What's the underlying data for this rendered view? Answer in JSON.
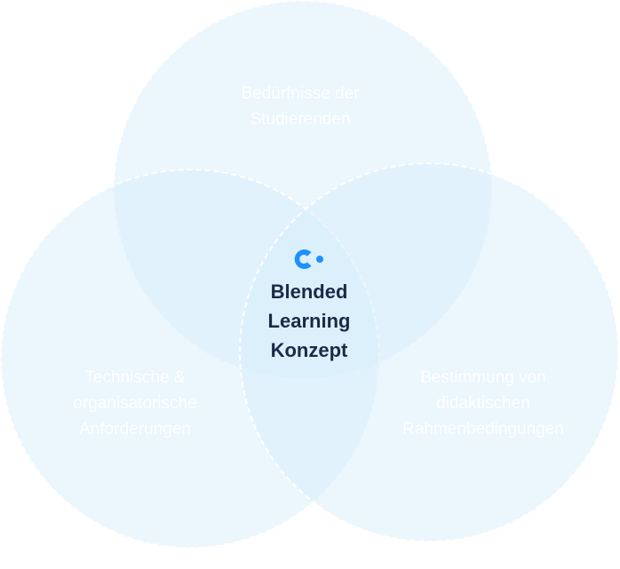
{
  "diagram": {
    "circles": [
      {
        "id": "top",
        "label": "Bedürfnisse der\nStudierenden"
      },
      {
        "id": "left",
        "label": "Technische &\norganisatorische\nAnforderungen"
      },
      {
        "id": "right",
        "label": "Bestimmung von\ndidaktischen\nRahmenbedingungen"
      }
    ],
    "center": {
      "logo_icon": "brand-logo-icon",
      "title": "Blended\nLearning\nKonzept"
    },
    "colors": {
      "circle_fill": "#d8eefb",
      "circle_stroke": "#ffffff",
      "center_text": "#1a2a47",
      "logo": "#1e90ff",
      "label_text": "#ffffff"
    }
  }
}
